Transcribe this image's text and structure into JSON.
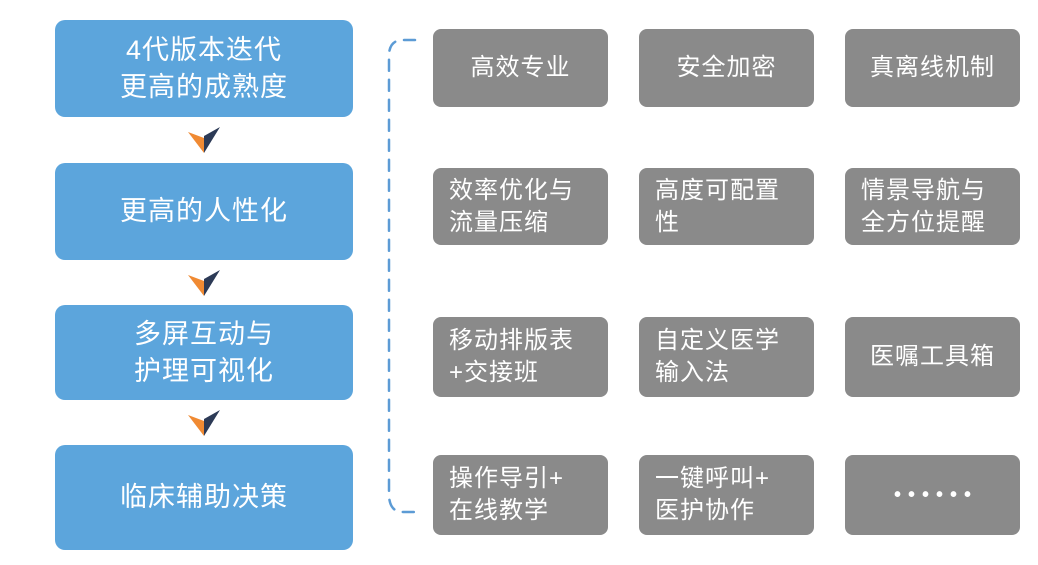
{
  "colors": {
    "blue": "#5CA5DC",
    "gray": "#8A8A8A",
    "arrow_orange": "#F08A33",
    "arrow_navy": "#2C3A56",
    "bracket_blue": "#5C9BD5",
    "text_on_fill": "#FFFFFF"
  },
  "flow": {
    "steps": [
      {
        "label": "4代版本迭代\n更高的成熟度"
      },
      {
        "label": "更高的人性化"
      },
      {
        "label": "多屏互动与\n护理可视化"
      },
      {
        "label": "临床辅助决策"
      }
    ]
  },
  "features": {
    "cells": [
      {
        "label": "高效专业"
      },
      {
        "label": "安全加密"
      },
      {
        "label": "真离线机制"
      },
      {
        "label": "效率优化与\n流量压缩"
      },
      {
        "label": "高度可配置\n性"
      },
      {
        "label": "情景导航与\n全方位提醒"
      },
      {
        "label": "移动排版表\n+交接班"
      },
      {
        "label": "自定义医学\n输入法"
      },
      {
        "label": "医嘱工具箱"
      },
      {
        "label": "操作导引+\n在线教学"
      },
      {
        "label": "一键呼叫+\n医护协作"
      },
      {
        "label": "••••••"
      }
    ]
  }
}
